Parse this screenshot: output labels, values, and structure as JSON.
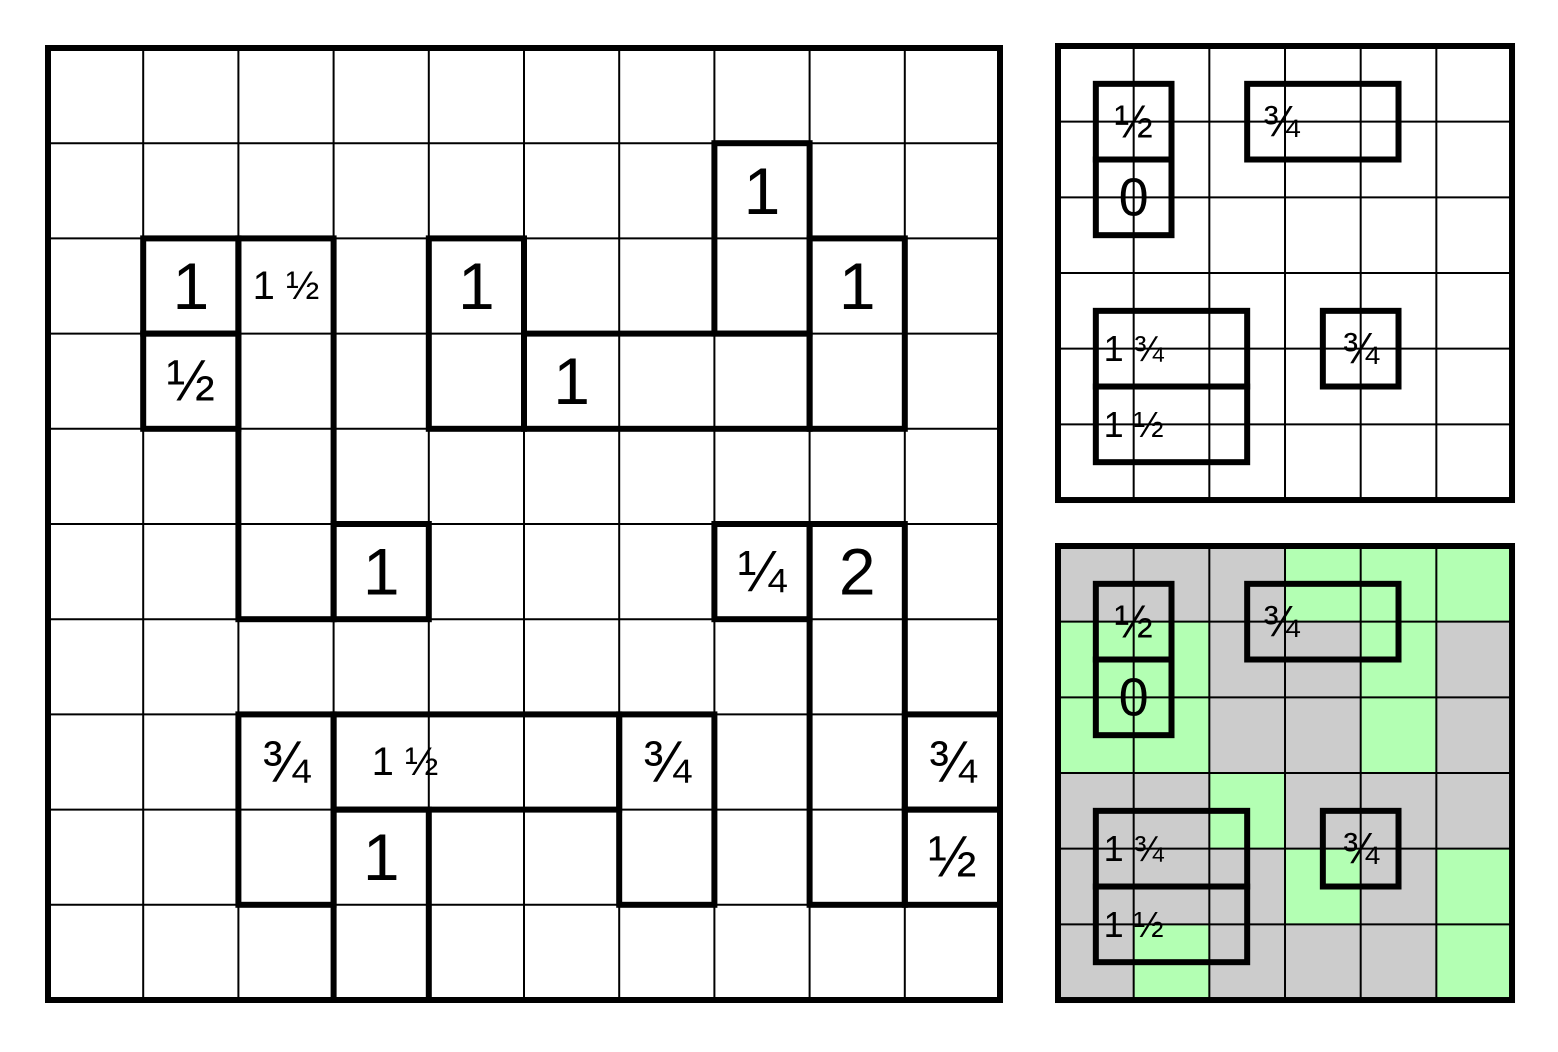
{
  "colors": {
    "background": "#ffffff",
    "line": "#000000",
    "shade_gray": "#cccccc",
    "shade_green": "#b3ffb3"
  },
  "main_puzzle": {
    "rows": 10,
    "cols": 10,
    "labels": [
      {
        "id": "a",
        "text": "1"
      },
      {
        "id": "b",
        "text": "1 ½"
      },
      {
        "id": "c",
        "text": "½"
      },
      {
        "id": "d",
        "text": "1"
      },
      {
        "id": "e",
        "text": "1"
      },
      {
        "id": "f",
        "text": "1"
      },
      {
        "id": "g",
        "text": "1"
      },
      {
        "id": "h",
        "text": "1"
      },
      {
        "id": "i",
        "text": "¼"
      },
      {
        "id": "j",
        "text": "2"
      },
      {
        "id": "k",
        "text": "¾"
      },
      {
        "id": "l",
        "text": "1 ½"
      },
      {
        "id": "m",
        "text": "¾"
      },
      {
        "id": "n",
        "text": "1"
      },
      {
        "id": "o",
        "text": "¾"
      },
      {
        "id": "p",
        "text": "½"
      }
    ]
  },
  "example_puzzle": {
    "rows": 6,
    "cols": 6,
    "labels": [
      {
        "id": "a",
        "text": "½"
      },
      {
        "id": "b",
        "text": "0"
      },
      {
        "id": "c",
        "text": "¾"
      },
      {
        "id": "d",
        "text": "1 ¾"
      },
      {
        "id": "e",
        "text": "1 ½"
      },
      {
        "id": "f",
        "text": "¾"
      }
    ]
  },
  "example_solution": {
    "rows": 6,
    "cols": 6,
    "shading": [
      "GGGAAA",
      "AAGGAG",
      "AAGGAG",
      "GGAGGG",
      "GGGAGA",
      "GAGGGA"
    ],
    "labels": [
      {
        "id": "a",
        "text": "½"
      },
      {
        "id": "b",
        "text": "0"
      },
      {
        "id": "c",
        "text": "¾"
      },
      {
        "id": "d",
        "text": "1 ¾"
      },
      {
        "id": "e",
        "text": "1 ½"
      },
      {
        "id": "f",
        "text": "¾"
      }
    ]
  }
}
